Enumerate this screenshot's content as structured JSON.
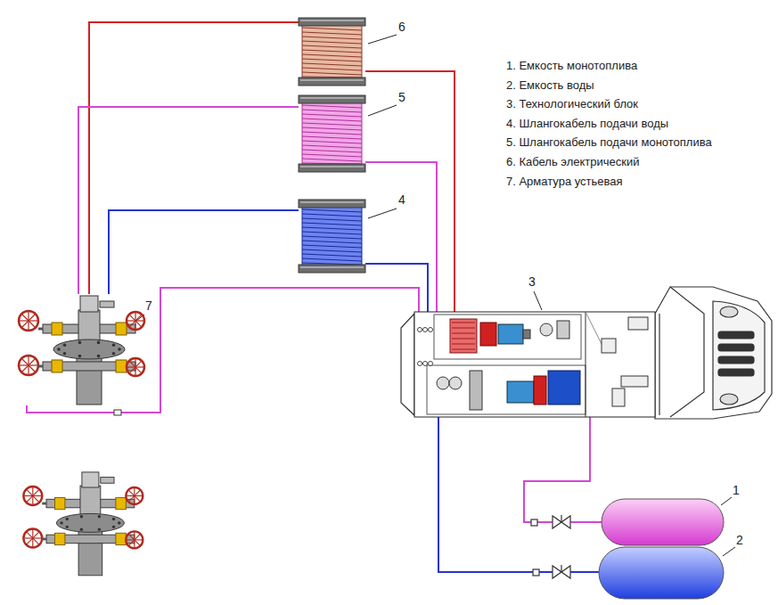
{
  "diagram": {
    "nodes": [
      {
        "text": [
          "6"
        ]
      },
      {
        "text": [
          "5"
        ]
      },
      {
        "text": [
          "4"
        ]
      },
      {
        "text": [
          "3"
        ]
      },
      {
        "text": [
          "7"
        ]
      },
      {
        "text": [
          "1"
        ]
      },
      {
        "text": [
          "2"
        ]
      }
    ],
    "edges": [
      {
        "from": 0,
        "to": 4,
        "arrow": "none"
      },
      {
        "from": 0,
        "to": 3,
        "arrow": "none"
      },
      {
        "from": 1,
        "to": 4,
        "arrow": "none"
      },
      {
        "from": 1,
        "to": 3,
        "arrow": "none"
      },
      {
        "from": 2,
        "to": 4,
        "arrow": "none"
      },
      {
        "from": 2,
        "to": 3,
        "arrow": "none"
      },
      {
        "from": 4,
        "to": 3,
        "arrow": "none"
      },
      {
        "from": 3,
        "to": 5,
        "arrow": "none"
      },
      {
        "from": 3,
        "to": 6,
        "arrow": "none"
      }
    ],
    "labels": [
      "1. Емкость монотоплива",
      "2. Емкость воды",
      "3. Технологический блок",
      "4. Шлангокабель подачи воды",
      "5. Шлангокабель подачи монотоплива",
      "6. Кабель электрический",
      "7. Арматура устьевая"
    ]
  }
}
